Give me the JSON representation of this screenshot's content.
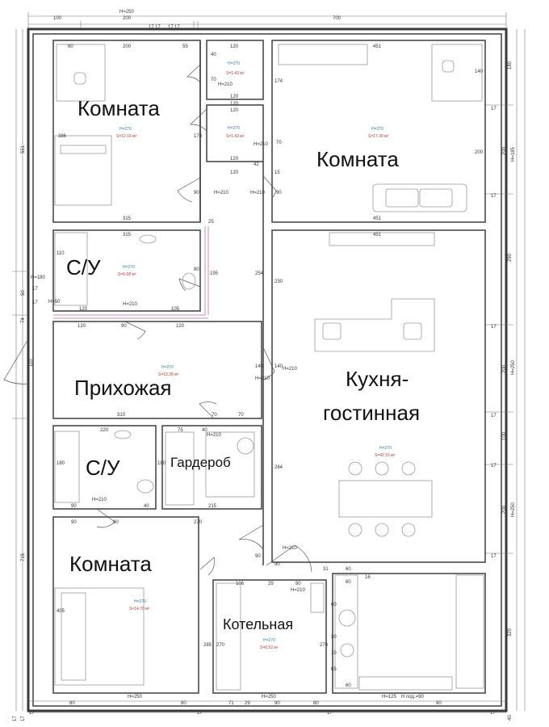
{
  "rooms": [
    {
      "id": "room1",
      "label": "Комната",
      "height": "H=270",
      "area": "S=12.16 м²"
    },
    {
      "id": "room2",
      "label": "Комната",
      "height": "H=270",
      "area": "S=17.39 м²"
    },
    {
      "id": "bath1",
      "label": "С/У",
      "height": "H=270",
      "area": "S=5.68 м²"
    },
    {
      "id": "hall",
      "label": "Прихожая",
      "height": "H=270",
      "area": "S=13.28 м²"
    },
    {
      "id": "kitchen",
      "label": "Кухня-\nгостинная",
      "height": "H=270",
      "area": "S=42.15 м²"
    },
    {
      "id": "bath2",
      "label": "С/У",
      "height": "",
      "area": ""
    },
    {
      "id": "wardrobe",
      "label": "Гардероб",
      "height": "",
      "area": ""
    },
    {
      "id": "room3",
      "label": "Комната",
      "height": "H=270",
      "area": "S=14.70 м²"
    },
    {
      "id": "boiler",
      "label": "Котельная",
      "height": "H=270",
      "area": "S=6.52 м²"
    },
    {
      "id": "closet1",
      "label": "",
      "height": "H=270",
      "area": "S=1.43 м²"
    },
    {
      "id": "closet2",
      "label": "",
      "height": "H=270",
      "area": "S=1.43 м²"
    }
  ],
  "dimensions": {
    "top": [
      "H=250",
      "100",
      "200",
      "700",
      "17",
      "17",
      "17",
      "17"
    ],
    "left": [
      "551",
      "50",
      "74",
      "110",
      "715",
      "17",
      "17",
      "17",
      "17"
    ],
    "right": [
      "180",
      "200",
      "H=185",
      "17",
      "17",
      "290",
      "200",
      "H=250",
      "100",
      "200",
      "H=250",
      "320",
      "17",
      "17",
      "17",
      "17",
      "40"
    ],
    "bottom": [
      "H=250",
      "80",
      "80",
      "H=250",
      "80",
      "71",
      "29",
      "90",
      "90",
      "H=125",
      "H под.=90",
      "17",
      "17",
      "17",
      "17"
    ],
    "inner": [
      "60",
      "200",
      "55",
      "40",
      "120",
      "120",
      "451",
      "451",
      "70",
      "120",
      "120",
      "70",
      "H=210",
      "H=210",
      "386",
      "178",
      "174",
      "140",
      "200",
      "315",
      "315",
      "451",
      "120",
      "120",
      "90",
      "90",
      "H=210",
      "H=210",
      "42",
      "15",
      "25",
      "110",
      "120",
      "105",
      "H=210",
      "H=50",
      "195",
      "80",
      "120",
      "90",
      "120",
      "H=180",
      "254",
      "230",
      "140",
      "140",
      "H=210",
      "H=210",
      "310",
      "70",
      "70",
      "H=210",
      "75",
      "40",
      "220",
      "180",
      "180",
      "264",
      "90",
      "40",
      "215",
      "H=210",
      "90",
      "90",
      "270",
      "90",
      "90",
      "H=210",
      "106",
      "29",
      "90",
      "31",
      "60",
      "H=210",
      "405",
      "285",
      "270",
      "270",
      "60",
      "60",
      "16",
      "60",
      "30",
      "10",
      "65"
    ]
  }
}
